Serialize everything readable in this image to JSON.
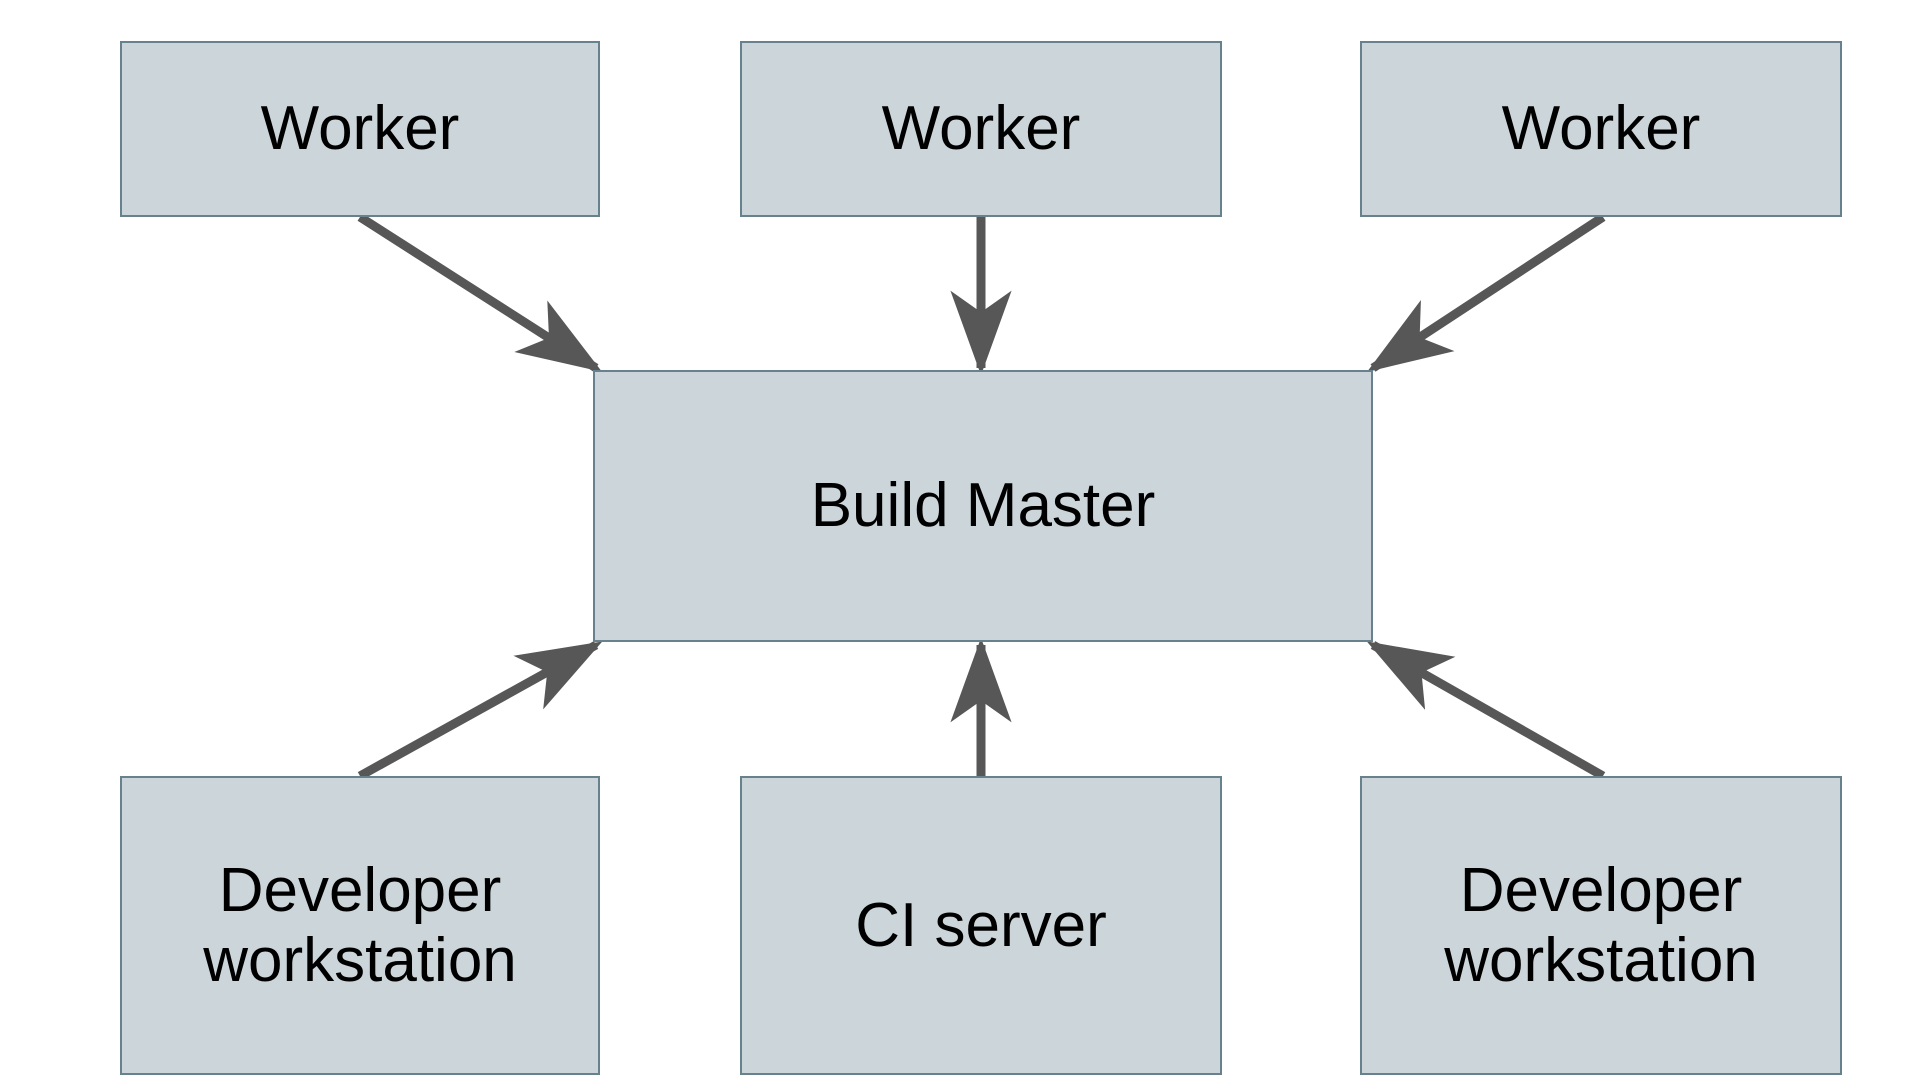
{
  "diagram": {
    "type": "node-edge-diagram",
    "background_color": "#ffffff",
    "node_fill_color": "#ccd6da",
    "node_border_color": "#67818d",
    "edge_color": "#575757",
    "text_color": "#000000",
    "nodes": [
      {
        "id": "worker-1",
        "label": "Worker"
      },
      {
        "id": "worker-2",
        "label": "Worker"
      },
      {
        "id": "worker-3",
        "label": "Worker"
      },
      {
        "id": "build-master",
        "label": "Build Master"
      },
      {
        "id": "dev-ws-1",
        "label": "Developer\nworkstation"
      },
      {
        "id": "ci-server",
        "label": "CI server"
      },
      {
        "id": "dev-ws-2",
        "label": "Developer\nworkstation"
      }
    ],
    "edges": [
      {
        "from": "worker-1",
        "to": "build-master",
        "direction": "to"
      },
      {
        "from": "worker-2",
        "to": "build-master",
        "direction": "to"
      },
      {
        "from": "worker-3",
        "to": "build-master",
        "direction": "to"
      },
      {
        "from": "dev-ws-1",
        "to": "build-master",
        "direction": "to"
      },
      {
        "from": "ci-server",
        "to": "build-master",
        "direction": "to"
      },
      {
        "from": "dev-ws-2",
        "to": "build-master",
        "direction": "to"
      }
    ]
  }
}
